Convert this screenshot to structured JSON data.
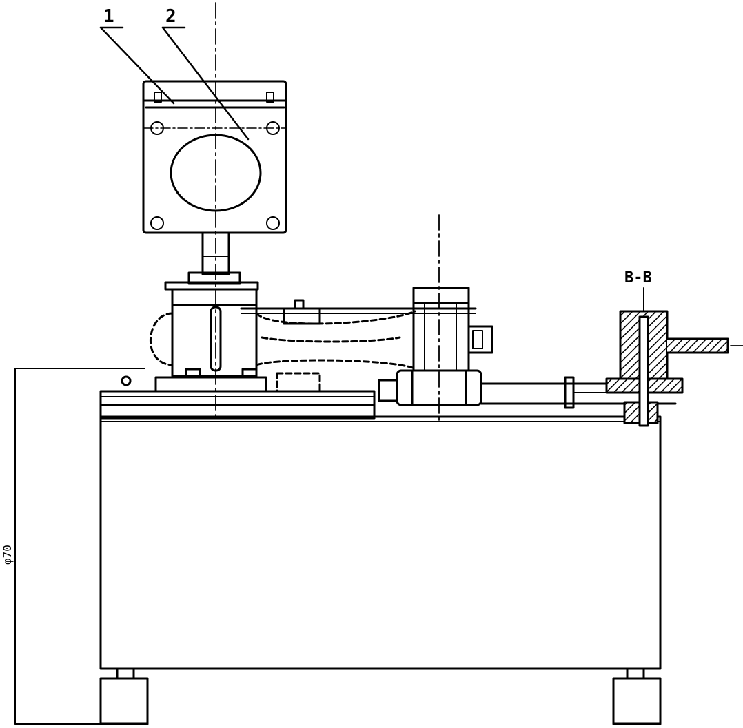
{
  "drawing": {
    "callouts": [
      {
        "id": "callout-1",
        "label": "1"
      },
      {
        "id": "callout-2",
        "label": "2"
      }
    ],
    "section_label": "B-B",
    "height_dimension": "φ70"
  },
  "colors": {
    "line": "#000000",
    "background": "#ffffff"
  }
}
